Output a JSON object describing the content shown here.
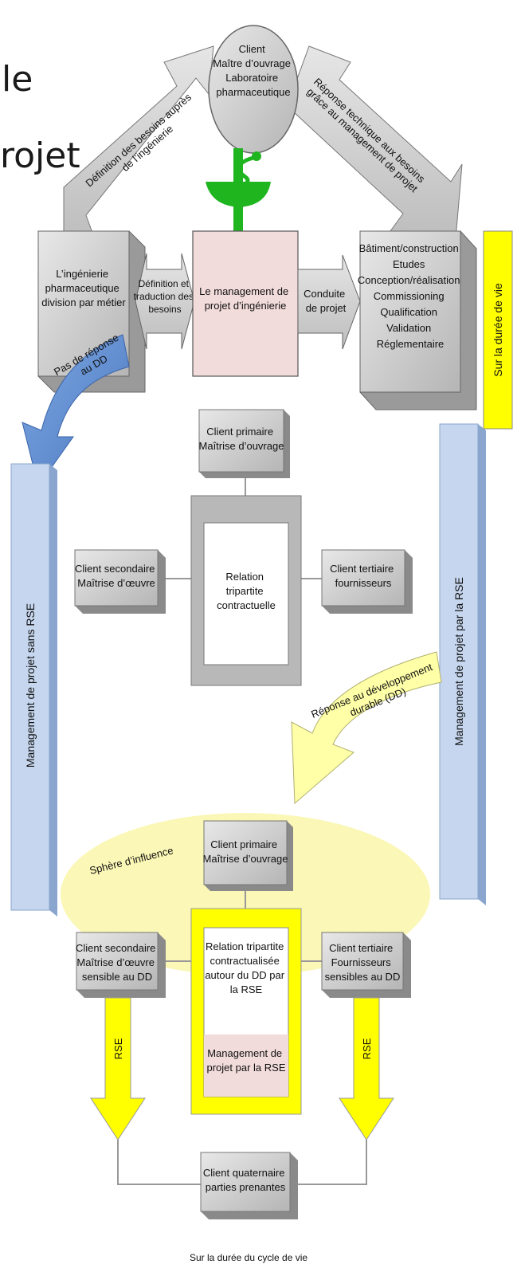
{
  "page": {
    "title_fragments": [
      "le",
      "rojet"
    ]
  },
  "top": {
    "client_circle": [
      "Client",
      "Maître d’ouvrage",
      "Laboratoire",
      "pharmaceutique"
    ],
    "arrow_left_label": [
      "Définition des besoins auprès",
      "de l’ingénierie"
    ],
    "arrow_right_label": [
      "Réponse technique aux besoins",
      "grâce au management de projet"
    ],
    "box_ingenierie": [
      "L’ingénierie",
      "pharmaceutique",
      "division par métier"
    ],
    "arrow_definition": [
      "Définition et",
      "traduction des",
      "besoins"
    ],
    "box_management": [
      "Le management de",
      "projet d’ingénierie"
    ],
    "arrow_conduite": [
      "Conduite",
      "de projet"
    ],
    "box_services": [
      "Bâtiment/construction",
      "Etudes",
      "Conception/réalisation",
      "Commissioning",
      "Qualification",
      "Validation",
      "Réglementaire"
    ],
    "duree_vie_label": "Sur la durée de vie",
    "no_response_label": [
      "Pas de réponse",
      "au DD"
    ]
  },
  "middle": {
    "left_bar_label": "Management de projet sans RSE",
    "right_bar_label": "Management de projet par la RSE",
    "client_primaire": [
      "Client primaire",
      "Maîtrise d’ouvrage"
    ],
    "client_secondaire": [
      "Client secondaire",
      "Maîtrise d’œuvre"
    ],
    "client_tertiaire": [
      "Client tertiaire",
      "fournisseurs"
    ],
    "relation": [
      "Relation",
      "tripartite",
      "contractuelle"
    ],
    "dd_response_label": [
      "Réponse au développement",
      "durable (DD)"
    ]
  },
  "bottom": {
    "sphere_label": "Sphère d’influence",
    "client_primaire": [
      "Client primaire",
      "Maîtrise d’ouvrage"
    ],
    "client_secondaire": [
      "Client secondaire",
      "Maîtrise d’œuvre",
      "sensible au DD"
    ],
    "client_tertiaire": [
      "Client tertiaire",
      "Fournisseurs",
      "sensibles au DD"
    ],
    "relation": [
      "Relation tripartite",
      "contractualisée",
      "autour du DD par",
      "la RSE"
    ],
    "management_rse": [
      "Management de",
      "projet par la RSE"
    ],
    "rse_left": "RSE",
    "rse_right": "RSE",
    "client_quaternaire": [
      "Client quaternaire",
      "parties prenantes"
    ],
    "cycle_label": "Sur la durée du cycle de vie"
  },
  "colors": {
    "grey_box": "#c8c8c8",
    "grey_dark": "#8a8a8a",
    "pink": "#f2dcdb",
    "yellow": "#ffff00",
    "light_yellow": "#ffffa8",
    "blue_bar": "#c5d6ee",
    "blue_arrow": "#5b8bd0",
    "green": "#1fb51f",
    "sphere": "#fbf7b6"
  }
}
